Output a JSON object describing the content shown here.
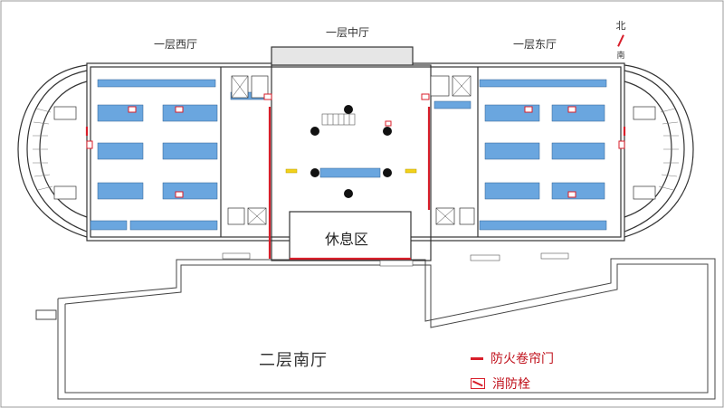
{
  "halls": {
    "west": "一层西厅",
    "center": "一层中厅",
    "east": "一层东厅",
    "south": "二层南厅"
  },
  "rest_area": "休息区",
  "compass": {
    "north": "北",
    "south": "南"
  },
  "legend": [
    {
      "label": "防火卷帘门",
      "icon": "fire-shutter-line",
      "color": "#d81e2a"
    },
    {
      "label": "消防栓",
      "icon": "fire-hydrant-icon",
      "color": "#d81e2a"
    }
  ],
  "colors": {
    "booth": "#6aa6df",
    "wall": "#333333",
    "fire": "#d81e2a",
    "marker": "#f2d21b"
  }
}
